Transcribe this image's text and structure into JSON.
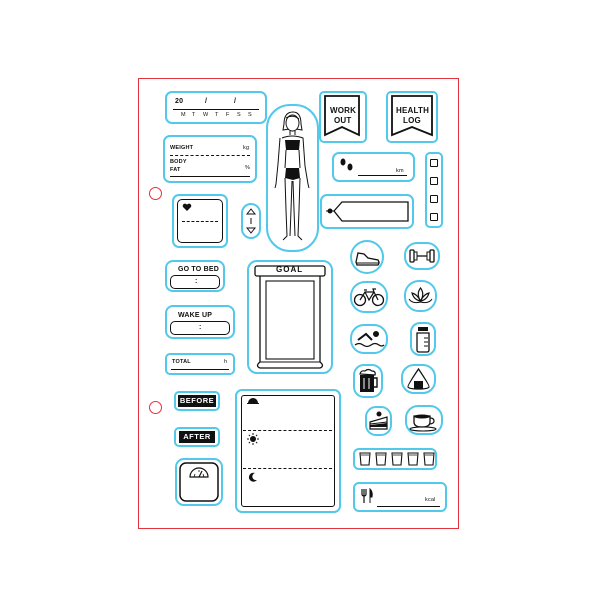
{
  "date_stamp": {
    "year_prefix": "20",
    "sep1": "/",
    "sep2": "/",
    "weekdays": [
      "M",
      "T",
      "W",
      "T",
      "F",
      "S",
      "S"
    ]
  },
  "workout_banner": {
    "line1": "WORK",
    "line2": "OUT"
  },
  "health_banner": {
    "line1": "HEALTH",
    "line2": "LOG"
  },
  "body_stats": {
    "weight_label": "WEIGHT",
    "weight_unit": "kg",
    "fat_label_1": "BODY",
    "fat_label_2": "FAT",
    "fat_unit": "%"
  },
  "distance": {
    "unit": "km"
  },
  "sleep": {
    "to_bed": "GO TO BED",
    "wake_up": "WAKE UP",
    "colon": ":",
    "total_label": "TOTAL",
    "total_unit": "h"
  },
  "before_after": {
    "before": "BEFORE",
    "after": "AFTER"
  },
  "goal": {
    "title": "GOAL"
  },
  "calories": {
    "unit": "kcal"
  },
  "checklist": {
    "count": 4
  },
  "water_cups": {
    "count": 5
  },
  "colors": {
    "sheet_border": "#e2323e",
    "sticker_outline": "#52c8ea",
    "ink": "#111111"
  },
  "icons": [
    "heart-icon",
    "arrows-icon",
    "woman-figure-icon",
    "footprint-icon",
    "tag-icon",
    "sneaker-icon",
    "dumbbell-icon",
    "bicycle-icon",
    "lotus-icon",
    "swimmer-icon",
    "water-bottle-icon",
    "beer-icon",
    "onigiri-icon",
    "cake-icon",
    "coffee-cup-icon",
    "scale-icon",
    "sunrise-icon",
    "sun-icon",
    "moon-icon",
    "fork-knife-icon"
  ]
}
